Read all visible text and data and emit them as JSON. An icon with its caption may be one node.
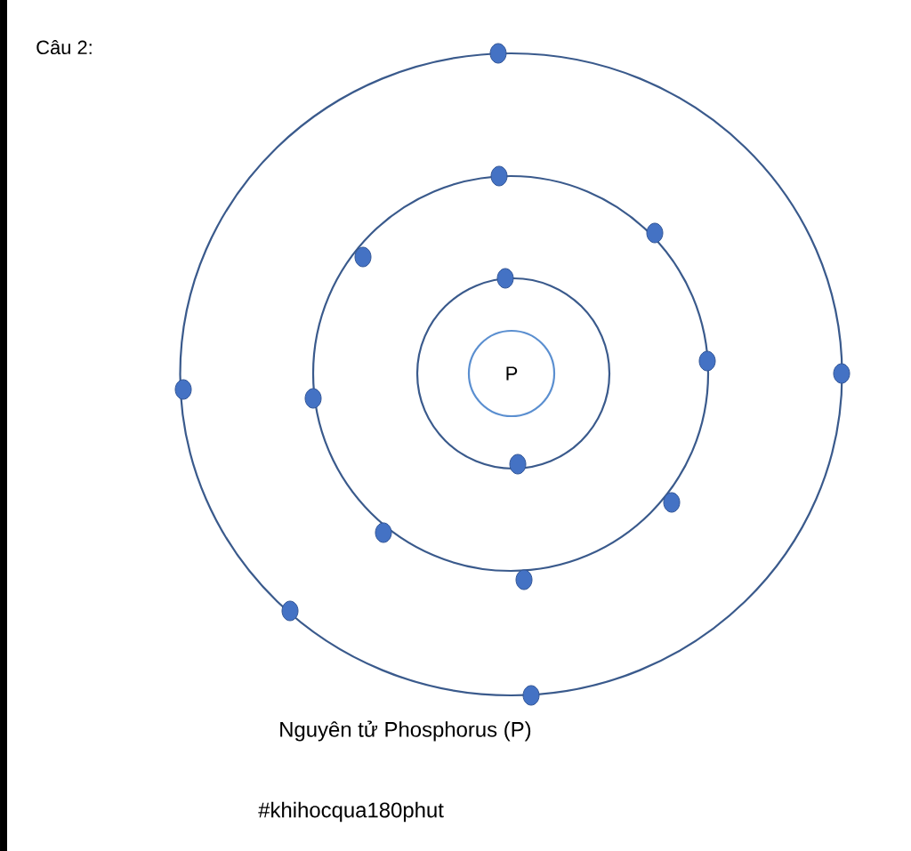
{
  "diagram": {
    "title": "Câu 2:",
    "caption": "Nguyên tử Phosphorus (P)",
    "nodes": [
      {
        "text": [
          "P"
        ]
      }
    ],
    "labels": [
      "#khihocqua180phut"
    ]
  }
}
